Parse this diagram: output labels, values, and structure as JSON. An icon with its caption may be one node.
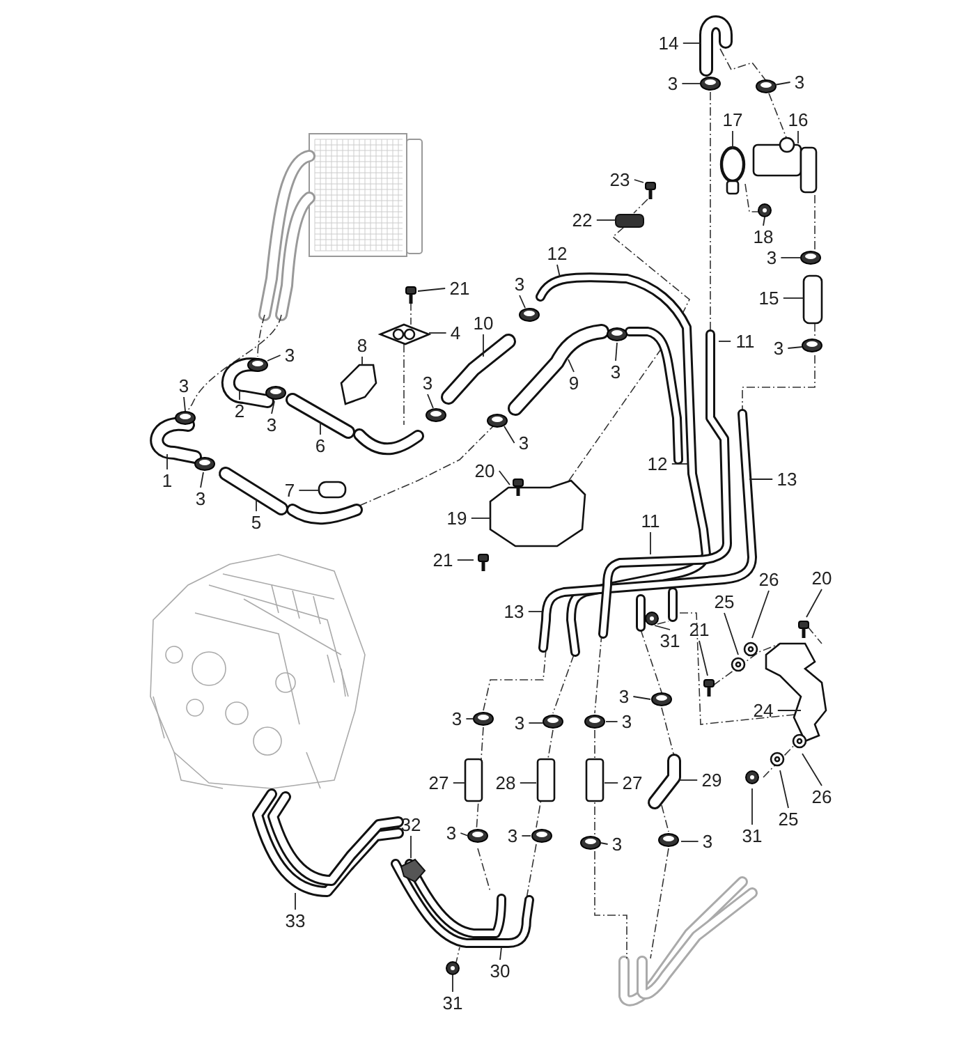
{
  "diagram": {
    "nodes": [
      {
        "text": [
          "14"
        ]
      },
      {
        "text": [
          "3"
        ]
      },
      {
        "text": [
          "3"
        ]
      },
      {
        "text": [
          "17"
        ]
      },
      {
        "text": [
          "16"
        ]
      },
      {
        "text": [
          "23"
        ]
      },
      {
        "text": [
          "22"
        ]
      },
      {
        "text": [
          "18"
        ]
      },
      {
        "text": [
          "3"
        ]
      },
      {
        "text": [
          "12"
        ]
      },
      {
        "text": [
          "3"
        ]
      },
      {
        "text": [
          "21"
        ]
      },
      {
        "text": [
          "15"
        ]
      },
      {
        "text": [
          "10"
        ]
      },
      {
        "text": [
          "4"
        ]
      },
      {
        "text": [
          "11"
        ]
      },
      {
        "text": [
          "8"
        ]
      },
      {
        "text": [
          "3"
        ]
      },
      {
        "text": [
          "3"
        ]
      },
      {
        "text": [
          "9"
        ]
      },
      {
        "text": [
          "3"
        ]
      },
      {
        "text": [
          "3"
        ]
      },
      {
        "text": [
          "3"
        ]
      },
      {
        "text": [
          "2"
        ]
      },
      {
        "text": [
          "3"
        ]
      },
      {
        "text": [
          "6"
        ]
      },
      {
        "text": [
          "3"
        ]
      },
      {
        "text": [
          "12"
        ]
      },
      {
        "text": [
          "20"
        ]
      },
      {
        "text": [
          "13"
        ]
      },
      {
        "text": [
          "1"
        ]
      },
      {
        "text": [
          "7"
        ]
      },
      {
        "text": [
          "3"
        ]
      },
      {
        "text": [
          "19"
        ]
      },
      {
        "text": [
          "11"
        ]
      },
      {
        "text": [
          "5"
        ]
      },
      {
        "text": [
          "21"
        ]
      },
      {
        "text": [
          "20"
        ]
      },
      {
        "text": [
          "26"
        ]
      },
      {
        "text": [
          "13"
        ]
      },
      {
        "text": [
          "25"
        ]
      },
      {
        "text": [
          "31"
        ]
      },
      {
        "text": [
          "21"
        ]
      },
      {
        "text": [
          "24"
        ]
      },
      {
        "text": [
          "3"
        ]
      },
      {
        "text": [
          "3"
        ]
      },
      {
        "text": [
          "3"
        ]
      },
      {
        "text": [
          "3"
        ]
      },
      {
        "text": [
          "27"
        ]
      },
      {
        "text": [
          "28"
        ]
      },
      {
        "text": [
          "27"
        ]
      },
      {
        "text": [
          "29"
        ]
      },
      {
        "text": [
          "26"
        ]
      },
      {
        "text": [
          "25"
        ]
      },
      {
        "text": [
          "32"
        ]
      },
      {
        "text": [
          "31"
        ]
      },
      {
        "text": [
          "3"
        ]
      },
      {
        "text": [
          "3"
        ]
      },
      {
        "text": [
          "3"
        ]
      },
      {
        "text": [
          "3"
        ]
      },
      {
        "text": [
          "33"
        ]
      },
      {
        "text": [
          "30"
        ]
      },
      {
        "text": [
          "31"
        ]
      }
    ],
    "edges": [
      {
        "from": 0,
        "to": null,
        "arrow": "none"
      },
      {
        "from": 1,
        "to": null,
        "arrow": "none"
      },
      {
        "from": 2,
        "to": null,
        "arrow": "none"
      },
      {
        "from": 3,
        "to": null,
        "arrow": "none"
      },
      {
        "from": 4,
        "to": null,
        "arrow": "none"
      },
      {
        "from": 5,
        "to": null,
        "arrow": "none"
      },
      {
        "from": 6,
        "to": null,
        "arrow": "none"
      },
      {
        "from": 7,
        "to": null,
        "arrow": "none"
      },
      {
        "from": 8,
        "to": null,
        "arrow": "none"
      },
      {
        "from": 9,
        "to": null,
        "arrow": "none"
      },
      {
        "from": 10,
        "to": null,
        "arrow": "none"
      },
      {
        "from": 11,
        "to": null,
        "arrow": "none"
      },
      {
        "from": 12,
        "to": null,
        "arrow": "none"
      },
      {
        "from": 13,
        "to": null,
        "arrow": "none"
      },
      {
        "from": 14,
        "to": null,
        "arrow": "none"
      },
      {
        "from": 15,
        "to": null,
        "arrow": "none"
      },
      {
        "from": 16,
        "to": null,
        "arrow": "none"
      },
      {
        "from": 17,
        "to": null,
        "arrow": "none"
      },
      {
        "from": 18,
        "to": null,
        "arrow": "none"
      },
      {
        "from": 19,
        "to": null,
        "arrow": "none"
      },
      {
        "from": 20,
        "to": null,
        "arrow": "none"
      },
      {
        "from": 21,
        "to": null,
        "arrow": "none"
      },
      {
        "from": 22,
        "to": null,
        "arrow": "none"
      },
      {
        "from": 23,
        "to": null,
        "arrow": "none"
      },
      {
        "from": 24,
        "to": null,
        "arrow": "none"
      },
      {
        "from": 25,
        "to": null,
        "arrow": "none"
      },
      {
        "from": 26,
        "to": null,
        "arrow": "none"
      },
      {
        "from": 27,
        "to": null,
        "arrow": "none"
      },
      {
        "from": 28,
        "to": null,
        "arrow": "none"
      },
      {
        "from": 29,
        "to": null,
        "arrow": "none"
      },
      {
        "from": 30,
        "to": null,
        "arrow": "none"
      },
      {
        "from": 31,
        "to": null,
        "arrow": "none"
      },
      {
        "from": 32,
        "to": null,
        "arrow": "none"
      },
      {
        "from": 33,
        "to": null,
        "arrow": "none"
      },
      {
        "from": 34,
        "to": null,
        "arrow": "none"
      },
      {
        "from": 35,
        "to": null,
        "arrow": "none"
      },
      {
        "from": 36,
        "to": null,
        "arrow": "none"
      },
      {
        "from": 37,
        "to": null,
        "arrow": "none"
      },
      {
        "from": 38,
        "to": null,
        "arrow": "none"
      },
      {
        "from": 39,
        "to": null,
        "arrow": "none"
      },
      {
        "from": 40,
        "to": null,
        "arrow": "none"
      },
      {
        "from": 41,
        "to": null,
        "arrow": "none"
      },
      {
        "from": 42,
        "to": null,
        "arrow": "none"
      },
      {
        "from": 43,
        "to": null,
        "arrow": "none"
      },
      {
        "from": 44,
        "to": null,
        "arrow": "none"
      },
      {
        "from": 45,
        "to": null,
        "arrow": "none"
      },
      {
        "from": 46,
        "to": null,
        "arrow": "none"
      },
      {
        "from": 47,
        "to": null,
        "arrow": "none"
      },
      {
        "from": 48,
        "to": null,
        "arrow": "none"
      },
      {
        "from": 49,
        "to": null,
        "arrow": "none"
      },
      {
        "from": 50,
        "to": null,
        "arrow": "none"
      },
      {
        "from": 51,
        "to": null,
        "arrow": "none"
      },
      {
        "from": 52,
        "to": null,
        "arrow": "none"
      },
      {
        "from": 53,
        "to": null,
        "arrow": "none"
      },
      {
        "from": 54,
        "to": null,
        "arrow": "none"
      },
      {
        "from": 55,
        "to": null,
        "arrow": "none"
      },
      {
        "from": 56,
        "to": null,
        "arrow": "none"
      },
      {
        "from": 57,
        "to": null,
        "arrow": "none"
      },
      {
        "from": 58,
        "to": null,
        "arrow": "none"
      },
      {
        "from": 59,
        "to": null,
        "arrow": "none"
      },
      {
        "from": 60,
        "to": null,
        "arrow": "none"
      },
      {
        "from": 61,
        "to": null,
        "arrow": "none"
      },
      {
        "from": 62,
        "to": null,
        "arrow": "none"
      }
    ]
  }
}
